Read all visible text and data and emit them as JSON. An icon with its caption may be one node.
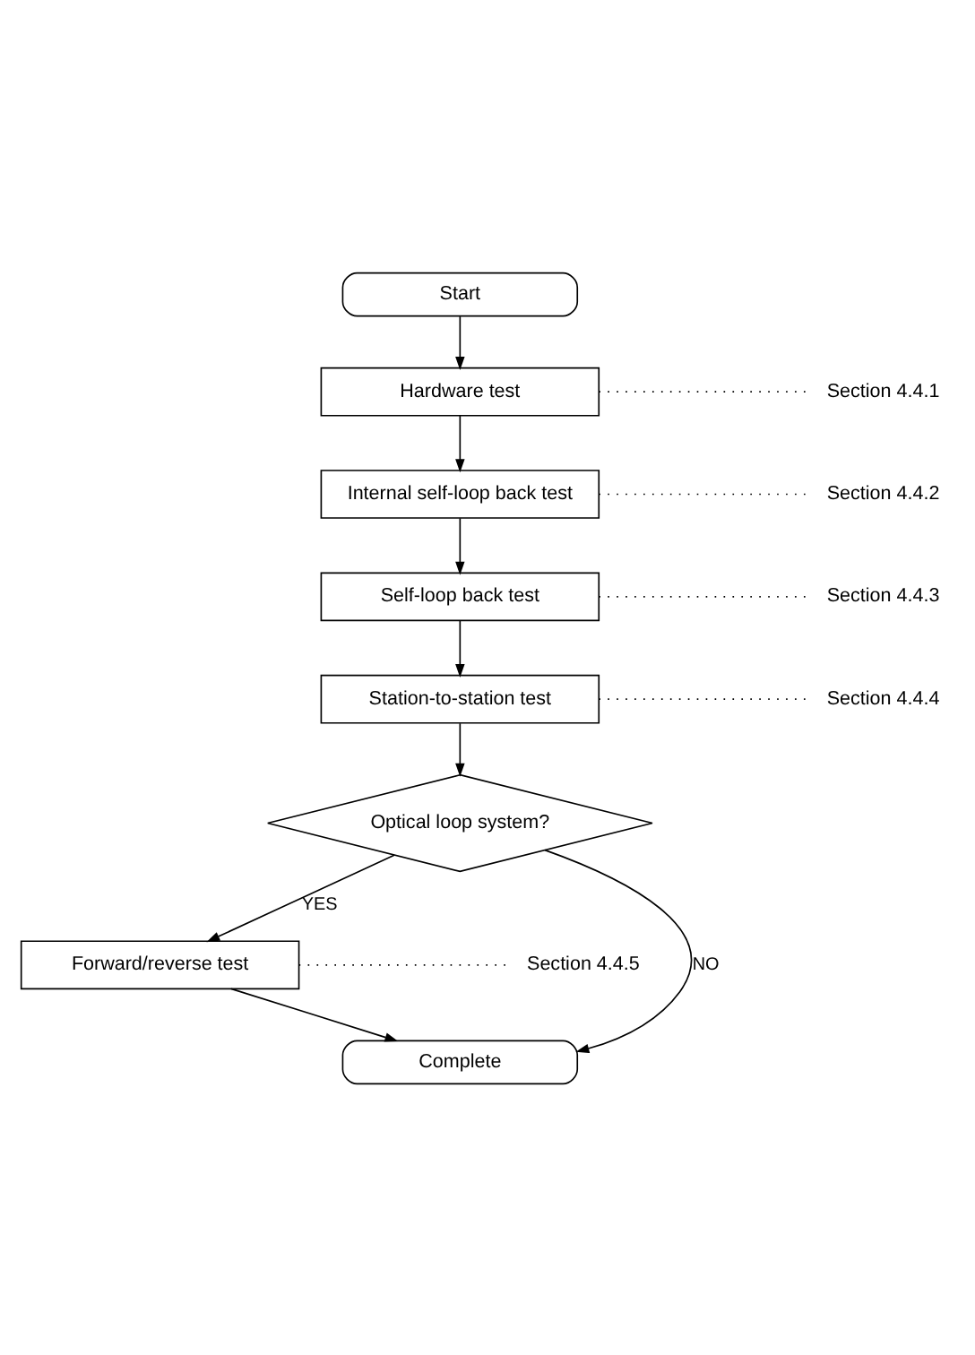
{
  "diagram": {
    "nodes": [
      {
        "text": [
          "Start"
        ]
      },
      {
        "text": [
          "Hardware test"
        ]
      },
      {
        "text": [
          "Section 4.4.1"
        ]
      },
      {
        "text": [
          "Internal self-loop back test"
        ]
      },
      {
        "text": [
          "Section 4.4.2"
        ]
      },
      {
        "text": [
          "Self-loop back test"
        ]
      },
      {
        "text": [
          "Section 4.4.3"
        ]
      },
      {
        "text": [
          "Station-to-station test"
        ]
      },
      {
        "text": [
          "Section 4.4.4"
        ]
      },
      {
        "text": [
          "Optical loop system?"
        ]
      },
      {
        "text": [
          "Forward/reverse test"
        ]
      },
      {
        "text": [
          "Section 4.4.5"
        ]
      },
      {
        "text": [
          "Complete"
        ]
      }
    ],
    "edges": [
      {
        "from": 0,
        "to": 1,
        "arrow": "to"
      },
      {
        "from": 1,
        "to": 2,
        "arrow": "none",
        "style": "dashed"
      },
      {
        "from": 1,
        "to": 3,
        "arrow": "to"
      },
      {
        "from": 3,
        "to": 4,
        "arrow": "none",
        "style": "dashed"
      },
      {
        "from": 3,
        "to": 5,
        "arrow": "to"
      },
      {
        "from": 5,
        "to": 6,
        "arrow": "none",
        "style": "dashed"
      },
      {
        "from": 5,
        "to": 7,
        "arrow": "to"
      },
      {
        "from": 7,
        "to": 8,
        "arrow": "none",
        "style": "dashed"
      },
      {
        "from": 7,
        "to": 9,
        "arrow": "to"
      },
      {
        "from": 9,
        "to": 12,
        "label": "NO",
        "arrow": "to"
      },
      {
        "from": 9,
        "to": 10,
        "label": "YES",
        "arrow": "to"
      },
      {
        "from": 10,
        "to": 11,
        "arrow": "none",
        "style": "dashed"
      },
      {
        "from": 10,
        "to": 12,
        "arrow": "to"
      }
    ]
  }
}
